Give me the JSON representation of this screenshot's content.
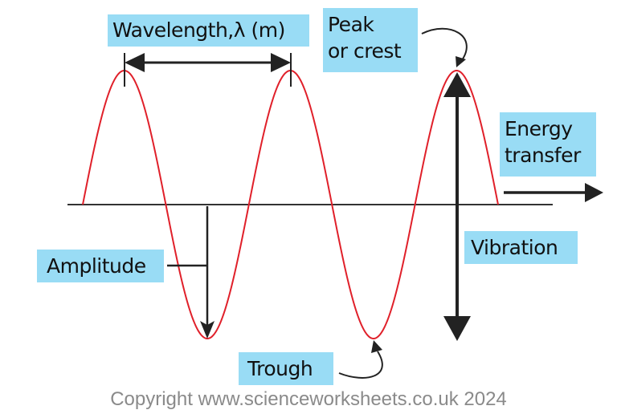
{
  "labels": {
    "wavelength": "Wavelength,λ (m)",
    "peak_line1": "Peak",
    "peak_line2": "or crest",
    "energy_line1": "Energy",
    "energy_line2": "transfer",
    "vibration": "Vibration",
    "amplitude": "Amplitude",
    "trough": "Trough"
  },
  "copyright": "Copyright www.scienceworksheets.co.uk 2024",
  "colors": {
    "wave": "#e0202a",
    "label_bg": "#99dcf5",
    "arrow": "#222222",
    "copyright": "#8a8a8a"
  },
  "wave": {
    "cycles": 2.5
  }
}
